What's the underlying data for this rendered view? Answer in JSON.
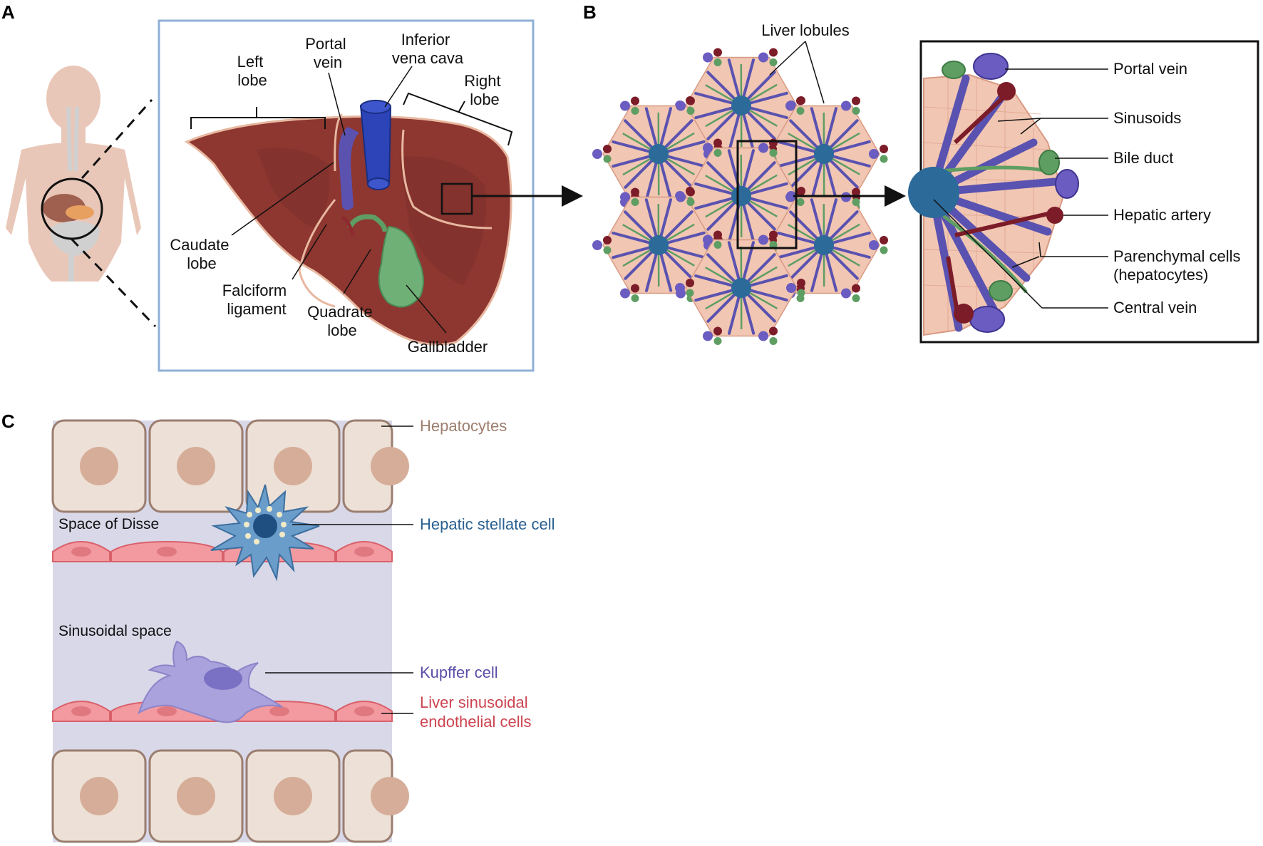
{
  "panels": {
    "a": "A",
    "b": "B",
    "c": "C"
  },
  "panel_a": {
    "labels": {
      "left_lobe": [
        "Left",
        "lobe"
      ],
      "portal_vein": [
        "Portal",
        "vein"
      ],
      "ivc": [
        "Inferior",
        "vena cava"
      ],
      "right_lobe": [
        "Right",
        "lobe"
      ],
      "caudate_lobe": [
        "Caudate",
        "lobe"
      ],
      "falciform": [
        "Falciform",
        "ligament"
      ],
      "quadrate": [
        "Quadrate",
        "lobe"
      ],
      "gallbladder": [
        "Gallbladder"
      ]
    }
  },
  "panel_b": {
    "labels": {
      "lobules": "Liver lobules",
      "portal_vein": "Portal vein",
      "sinusoids": "Sinusoids",
      "bile_duct": "Bile duct",
      "hepatic_artery": "Hepatic artery",
      "parenchymal": [
        "Parenchymal cells",
        "(hepatocytes)"
      ],
      "central_vein": "Central vein"
    }
  },
  "panel_c": {
    "labels": {
      "hepatocytes": "Hepatocytes",
      "stellate": "Hepatic stellate cell",
      "space_disse": "Space of Disse",
      "sinusoidal_space": "Sinusoidal space",
      "kupffer": "Kupffer cell",
      "lsec": [
        "Liver sinusoidal",
        "endothelial cells"
      ]
    }
  },
  "colors": {
    "liver": "#8e3630",
    "liver_edge": "#e8b8a0",
    "portal_vein": "#6a5cb0",
    "ivc": "#2c44b8",
    "bile": "#5e9e62",
    "gallbladder": "#6fb076",
    "artery": "#7c1c28",
    "central_vein": "#2c6a9a",
    "parenchyma": "#f1c6b2",
    "hepatocyte": "#ede0d6",
    "hepatocyte_border": "#9a7e70",
    "hepatocyte_label": "#9d7e6e",
    "endothelium": "#f29aa0",
    "sinusoid_space": "#d8d8e8",
    "stellate": "#6b9dcb",
    "stellate_label": "#2a6090",
    "kupffer": "#a9a2dc",
    "kupffer_label": "#5a4ea8",
    "lsec_label": "#cc4450"
  }
}
